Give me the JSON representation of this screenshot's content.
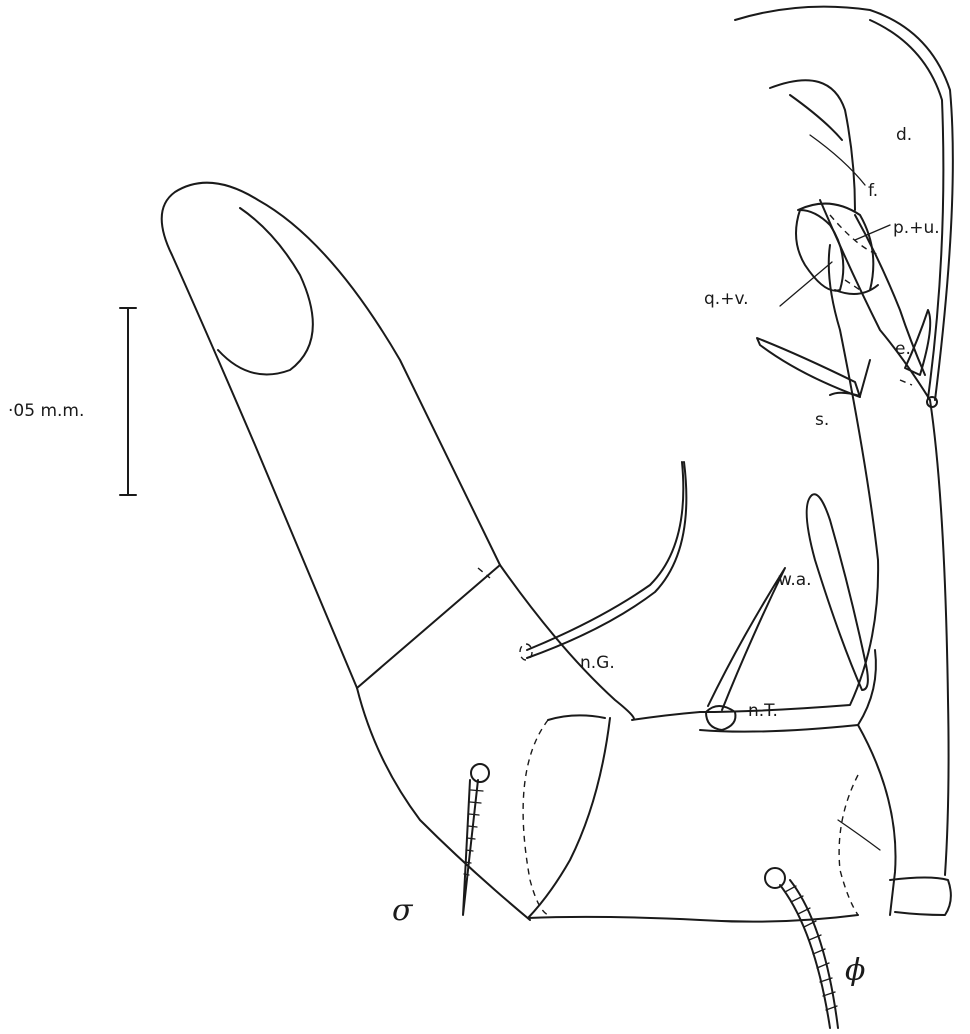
{
  "scale_bar": {
    "label": "·05 m.m."
  },
  "labels": {
    "d": "d.",
    "f": "f.",
    "p_u": "p.+u.",
    "q_v": "q.+v.",
    "e": "e.",
    "s": "s.",
    "wa": "w.a.",
    "nG": "n.G.",
    "nT": "n.T.",
    "sigma": "σ",
    "phi": "ϕ"
  }
}
